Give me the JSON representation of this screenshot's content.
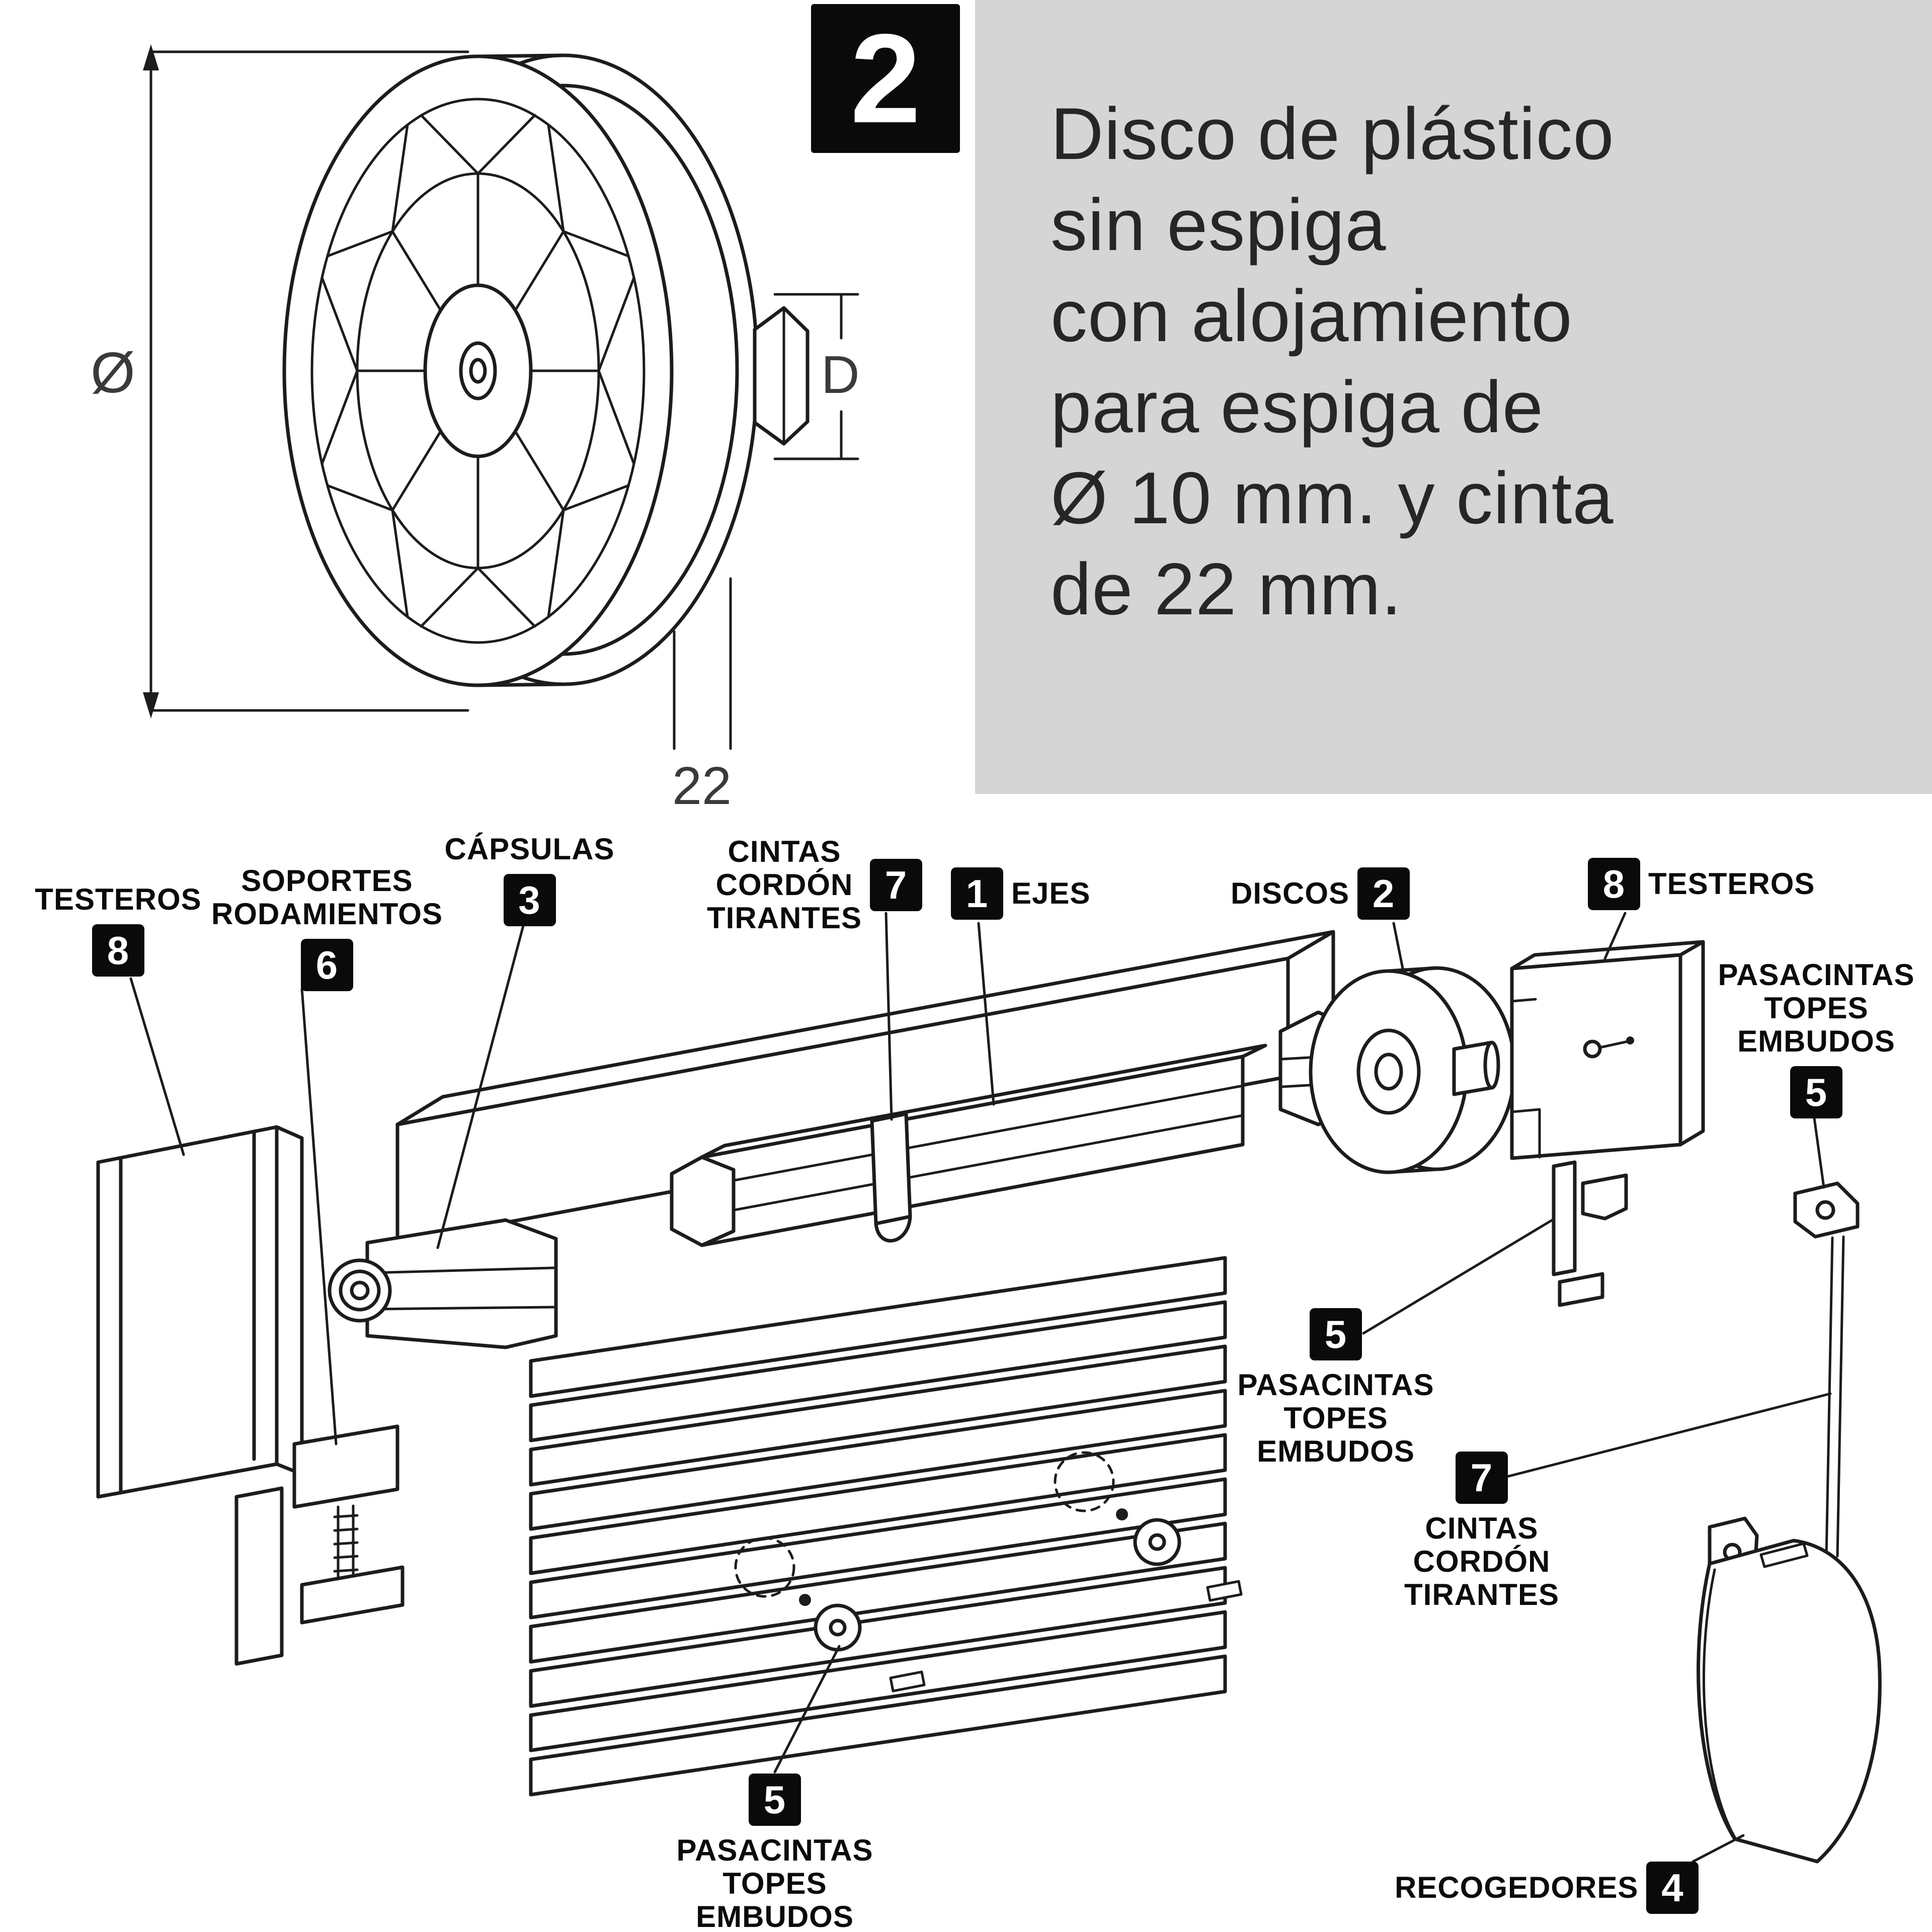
{
  "step_panel": {
    "number": "2",
    "lines": [
      "Disco de plástico",
      "sin espiga",
      "con alojamiento",
      "para espiga de",
      "Ø 10 mm. y cinta",
      "de 22 mm."
    ]
  },
  "technical_drawing": {
    "diameter_symbol": "Ø",
    "depth_label": "D",
    "thickness_value": "22"
  },
  "part_labels": [
    {
      "name": "testeros-left",
      "number": "8",
      "lines": [
        "TESTEROS"
      ]
    },
    {
      "name": "soportes-rodamientos",
      "number": "6",
      "lines": [
        "SOPORTES",
        "RODAMIENTOS"
      ]
    },
    {
      "name": "capsulas",
      "number": "3",
      "lines": [
        "CÁPSULAS"
      ]
    },
    {
      "name": "cintas-cordon-tirantes-top",
      "number": "7",
      "lines": [
        "CINTAS",
        "CORDÓN",
        "TIRANTES"
      ]
    },
    {
      "name": "ejes",
      "number": "1",
      "lines": [
        "EJES"
      ]
    },
    {
      "name": "discos",
      "number": "2",
      "lines": [
        "DISCOS"
      ]
    },
    {
      "name": "testeros-right",
      "number": "8",
      "lines": [
        "TESTEROS"
      ]
    },
    {
      "name": "pasacintas-topes-embudos-right",
      "number": "5",
      "lines": [
        "PASACINTAS",
        "TOPES",
        "EMBUDOS"
      ]
    },
    {
      "name": "pasacintas-topes-embudos-mid",
      "number": "5",
      "lines": [
        "PASACINTAS",
        "TOPES",
        "EMBUDOS"
      ]
    },
    {
      "name": "cintas-cordon-tirantes-bottom",
      "number": "7",
      "lines": [
        "CINTAS",
        "CORDÓN",
        "TIRANTES"
      ]
    },
    {
      "name": "pasacintas-topes-embudos-bottom",
      "number": "5",
      "lines": [
        "PASACINTAS",
        "TOPES",
        "EMBUDOS"
      ]
    },
    {
      "name": "recogedores",
      "number": "4",
      "lines": [
        "RECOGEDORES"
      ]
    }
  ]
}
